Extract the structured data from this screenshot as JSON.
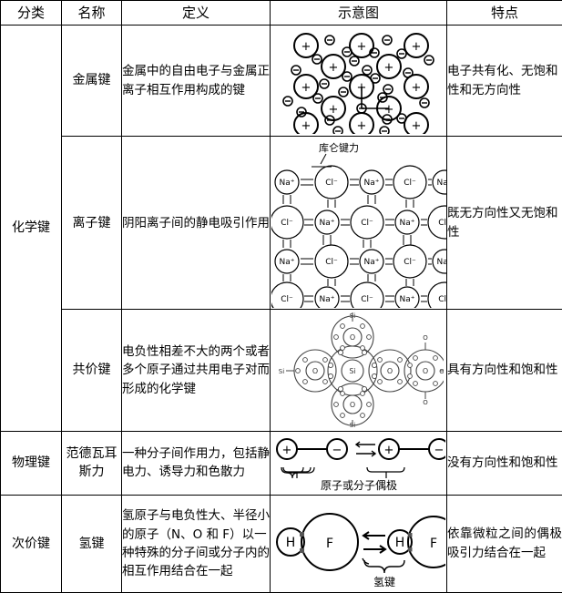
{
  "table": {
    "headers": [
      {
        "label": "分类"
      },
      {
        "label": "名称"
      },
      {
        "label": "定义"
      },
      {
        "label": "示意图"
      },
      {
        "label": "特点"
      }
    ],
    "rows": [
      {
        "category": "化学键",
        "name": "金属键",
        "definition": "金属中的自由电子与金属正离子相互作用构成的键",
        "diagram": "metallic-bond-diagram",
        "feature": "电子共有化、无饱和性和无方向性"
      },
      {
        "category": "化学键",
        "name": "离子键",
        "definition": "阴阳离子间的静电吸引作用",
        "diagram": "ionic-lattice-diagram",
        "feature": "既无方向性又无饱和性"
      },
      {
        "category": "化学键",
        "name": "共价键",
        "definition": "电负性相差不大的两个或者多个原子通过共用电子对而形成的化学键",
        "diagram": "covalent-bond-diagram",
        "feature": "具有方向性和饱和性"
      },
      {
        "category": "物理键",
        "name": "范德瓦耳斯力",
        "definition": "一种分子间作用力，包括静电力、诱导力和色散力",
        "diagram": "dipole-diagram",
        "feature": "没有方向性和饱和性"
      },
      {
        "category": "次价键",
        "name": "氢键",
        "definition": "氢原子与电负性大、半径小的原子（N、O 和 F）以一种特殊的分子间或分子内的相互作用结合在一起",
        "diagram": "hydrogen-bond-diagram",
        "feature": "依靠微粒之间的偶极吸引力结合在一起"
      }
    ]
  },
  "diagrams": {
    "metallic": {
      "cation_symbol": "+",
      "electron_symbol": "−"
    },
    "ionic": {
      "annotation": "库仑键力",
      "cation_label": "Na",
      "cation_charge": "+",
      "anion_label": "Cl",
      "anion_charge": "-"
    },
    "covalent": {
      "center_label": "Si",
      "outer_label": "O",
      "terminal_labels": [
        "Si",
        "Si",
        "Si",
        "O",
        "O",
        "O"
      ]
    },
    "dipole": {
      "positive": "+",
      "negative": "−",
      "caption": "原子或分子偶极"
    },
    "hydrogen": {
      "hydrogen_label": "H",
      "fluorine_label": "F",
      "caption": "氢键"
    }
  },
  "colors": {
    "border": "#000000",
    "text": "#000000",
    "background": "#ffffff"
  }
}
